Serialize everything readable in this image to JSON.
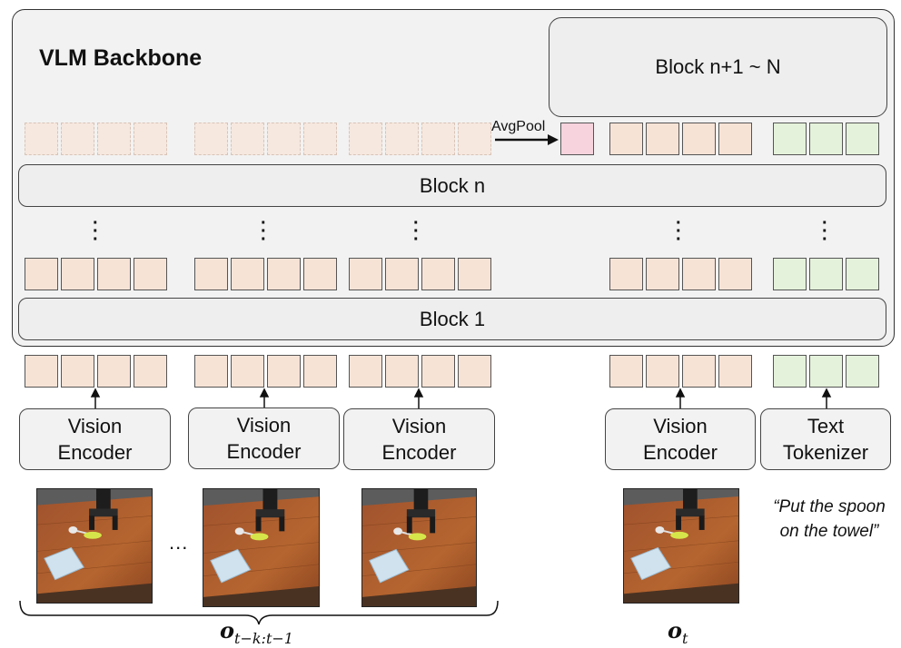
{
  "backbone": {
    "title": "VLM Backbone"
  },
  "blocks": {
    "upper": "Block n+1 ~ N",
    "n": "Block n",
    "one": "Block 1"
  },
  "avgpool_label": "AvgPool",
  "encoders": {
    "vision_l1": "Vision",
    "vision_l2": "Encoder",
    "text_l1": "Text",
    "text_l2": "Tokenizer"
  },
  "instruction": {
    "line1": "“Put the spoon",
    "line2": "on the towel”"
  },
  "ellipsis": "...",
  "labels": {
    "history_main": "o",
    "history_sub": "t−k:t−1",
    "current_main": "o",
    "current_sub": "t"
  },
  "colors": {
    "vision_token": "#f7e3d6",
    "text_token": "#e4f2db",
    "pooled_token": "#f6d3dd",
    "block_fill": "#eeeeee",
    "backbone_fill": "#f2f2f2"
  }
}
